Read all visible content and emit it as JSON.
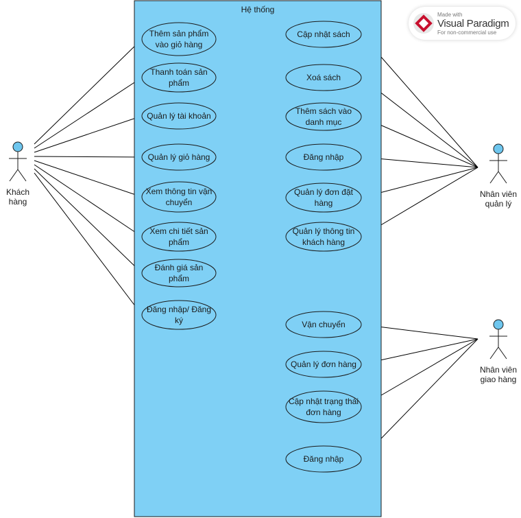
{
  "system": {
    "title": "Hệ thống",
    "fill": "#7FD0F5",
    "stroke": "#1a1a1a"
  },
  "actors": [
    {
      "id": "khach-hang",
      "label_lines": [
        "Khách",
        "hàng"
      ]
    },
    {
      "id": "nhan-vien-quan-ly",
      "label_lines": [
        "Nhân viên",
        "quản lý"
      ]
    },
    {
      "id": "nhan-vien-giao-hang",
      "label_lines": [
        "Nhân viên",
        "giao hàng"
      ]
    }
  ],
  "use_cases": [
    {
      "id": "uc-them-gio-hang",
      "lines": [
        "Thêm sản phẩm",
        "vào giỏ hàng"
      ],
      "actor": "khach-hang"
    },
    {
      "id": "uc-thanh-toan",
      "lines": [
        "Thanh toán sản",
        "phẩm"
      ],
      "actor": "khach-hang"
    },
    {
      "id": "uc-quan-ly-tai-khoan",
      "lines": [
        "Quản lý tài khoản"
      ],
      "actor": "khach-hang"
    },
    {
      "id": "uc-quan-ly-gio-hang",
      "lines": [
        "Quản lý giỏ hàng"
      ],
      "actor": "khach-hang"
    },
    {
      "id": "uc-xem-van-chuyen",
      "lines": [
        "Xem thông tin vận",
        "chuyển"
      ],
      "actor": "khach-hang"
    },
    {
      "id": "uc-xem-chi-tiet",
      "lines": [
        "Xem chi tiết sản",
        "phẩm"
      ],
      "actor": "khach-hang"
    },
    {
      "id": "uc-danh-gia",
      "lines": [
        "Đánh giá sản",
        "phẩm"
      ],
      "actor": "khach-hang"
    },
    {
      "id": "uc-dang-nhap-dang-ky",
      "lines": [
        "Đăng nhập/ Đăng",
        "ký"
      ],
      "actor": "khach-hang"
    },
    {
      "id": "uc-cap-nhat-sach",
      "lines": [
        "Cập nhật sách"
      ],
      "actor": "nhan-vien-quan-ly"
    },
    {
      "id": "uc-xoa-sach",
      "lines": [
        "Xoá sách"
      ],
      "actor": "nhan-vien-quan-ly"
    },
    {
      "id": "uc-them-sach",
      "lines": [
        "Thêm sách vào",
        "danh mục"
      ],
      "actor": "nhan-vien-quan-ly"
    },
    {
      "id": "uc-dang-nhap-ql",
      "lines": [
        "Đăng nhập"
      ],
      "actor": "nhan-vien-quan-ly"
    },
    {
      "id": "uc-quan-ly-don-dat",
      "lines": [
        "Quản lý đơn đặt",
        "hàng"
      ],
      "actor": "nhan-vien-quan-ly"
    },
    {
      "id": "uc-quan-ly-khach",
      "lines": [
        "Quản lý thông tin",
        "khách hàng"
      ],
      "actor": "nhan-vien-quan-ly"
    },
    {
      "id": "uc-van-chuyen",
      "lines": [
        "Vận chuyển"
      ],
      "actor": "nhan-vien-giao-hang"
    },
    {
      "id": "uc-quan-ly-don-hang",
      "lines": [
        "Quản lý đơn hàng"
      ],
      "actor": "nhan-vien-giao-hang"
    },
    {
      "id": "uc-cap-nhat-trang-thai",
      "lines": [
        "Cập nhật trạng thái",
        "đơn hàng"
      ],
      "actor": "nhan-vien-giao-hang"
    },
    {
      "id": "uc-dang-nhap-gh",
      "lines": [
        "Đăng nhập"
      ],
      "actor": "nhan-vien-giao-hang"
    }
  ],
  "watermark": {
    "small": "Made with",
    "brand": "Visual Paradigm",
    "sub": "For non-commercial use"
  },
  "colors": {
    "actor_head": "#6EC6EE",
    "ellipse_fill": "#7FD0F5",
    "line": "#000000"
  }
}
